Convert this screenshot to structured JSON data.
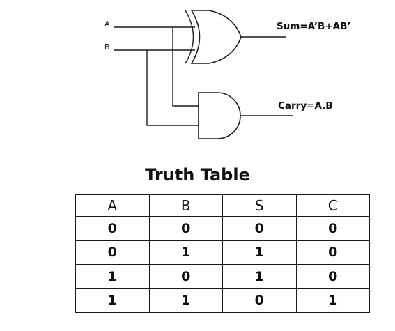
{
  "diagram": {
    "input_a": "A",
    "input_b": "B",
    "sum_output": "Sum=A’B+AB’",
    "carry_output": "Carry=A.B"
  },
  "table": {
    "title": "Truth Table",
    "headers": [
      "A",
      "B",
      "S",
      "C"
    ],
    "rows": [
      [
        "0",
        "0",
        "0",
        "0"
      ],
      [
        "0",
        "1",
        "1",
        "0"
      ],
      [
        "1",
        "0",
        "1",
        "0"
      ],
      [
        "1",
        "1",
        "0",
        "1"
      ]
    ]
  }
}
